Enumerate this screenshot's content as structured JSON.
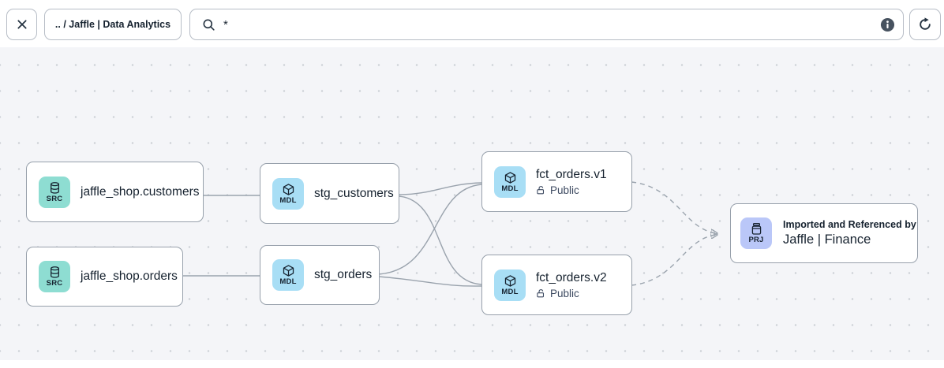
{
  "toolbar": {
    "breadcrumb": ".. / Jaffle | Data Analytics",
    "search": {
      "value": "*",
      "placeholder": ""
    }
  },
  "nodes": [
    {
      "id": "jaffle_shop.customers",
      "type": "SRC",
      "label": "jaffle_shop.customers"
    },
    {
      "id": "jaffle_shop.orders",
      "type": "SRC",
      "label": "jaffle_shop.orders"
    },
    {
      "id": "stg_customers",
      "type": "MDL",
      "label": "stg_customers"
    },
    {
      "id": "stg_orders",
      "type": "MDL",
      "label": "stg_orders"
    },
    {
      "id": "fct_orders.v1",
      "type": "MDL",
      "label": "fct_orders.v1",
      "access": "Public"
    },
    {
      "id": "fct_orders.v2",
      "type": "MDL",
      "label": "fct_orders.v2",
      "access": "Public"
    },
    {
      "id": "jaffle_finance_project",
      "type": "PRJ",
      "caption": "Imported and Referenced by",
      "label": "Jaffle | Finance"
    }
  ],
  "edges": [
    {
      "from": "jaffle_shop.customers",
      "to": "stg_customers",
      "style": "solid"
    },
    {
      "from": "jaffle_shop.orders",
      "to": "stg_orders",
      "style": "solid"
    },
    {
      "from": "stg_customers",
      "to": "fct_orders.v1",
      "style": "solid"
    },
    {
      "from": "stg_customers",
      "to": "fct_orders.v2",
      "style": "solid"
    },
    {
      "from": "stg_orders",
      "to": "fct_orders.v1",
      "style": "solid"
    },
    {
      "from": "stg_orders",
      "to": "fct_orders.v2",
      "style": "solid"
    },
    {
      "from": "fct_orders.v1",
      "to": "jaffle_finance_project",
      "style": "dashed-arrow"
    },
    {
      "from": "fct_orders.v2",
      "to": "jaffle_finance_project",
      "style": "dashed-arrow"
    }
  ],
  "colors": {
    "src-badge": "#8eddd2",
    "mdl-badge": "#a8def5",
    "prj-badge": "#bac7f8",
    "canvas-bg": "#f4f5f8",
    "node-border": "#97a0ab",
    "edge": "#9aa3ad",
    "text-dark": "#16222f",
    "text-muted": "#3c4960",
    "info-icon-bg": "#47525f"
  }
}
